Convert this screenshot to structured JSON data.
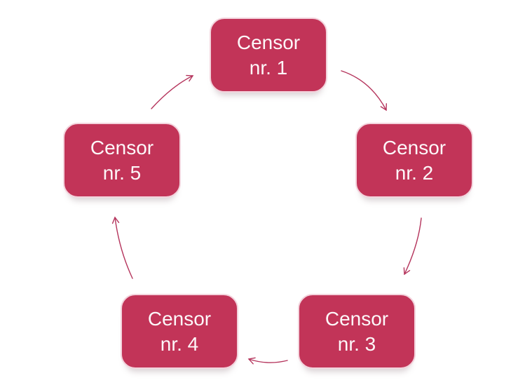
{
  "diagram": {
    "type": "cycle",
    "direction": "clockwise",
    "nodes": [
      {
        "id": "censor-1",
        "line1": "Censor",
        "line2": "nr. 1"
      },
      {
        "id": "censor-2",
        "line1": "Censor",
        "line2": "nr. 2"
      },
      {
        "id": "censor-3",
        "line1": "Censor",
        "line2": "nr. 3"
      },
      {
        "id": "censor-4",
        "line1": "Censor",
        "line2": "nr. 4"
      },
      {
        "id": "censor-5",
        "line1": "Censor",
        "line2": "nr. 5"
      }
    ],
    "connections": [
      {
        "from": "censor-1",
        "to": "censor-2"
      },
      {
        "from": "censor-2",
        "to": "censor-3"
      },
      {
        "from": "censor-3",
        "to": "censor-4"
      },
      {
        "from": "censor-4",
        "to": "censor-5"
      },
      {
        "from": "censor-5",
        "to": "censor-1"
      }
    ]
  },
  "colors": {
    "node_fill": "#C23458",
    "node_border": "#F3D4DD",
    "node_text": "#FDF7F9",
    "arrow": "#B5355D",
    "background": "#FFFFFF"
  }
}
